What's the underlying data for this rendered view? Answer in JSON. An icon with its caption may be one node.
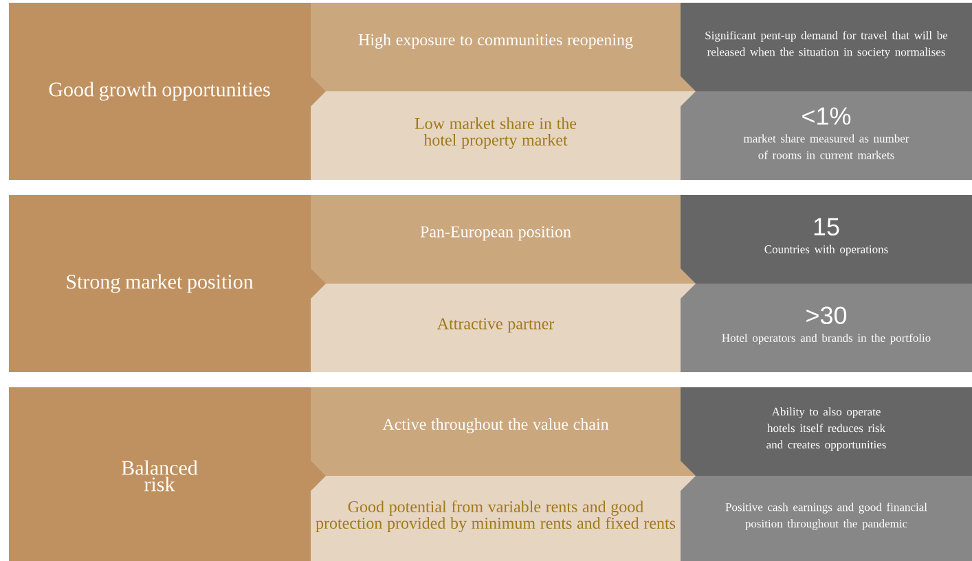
{
  "diagram": {
    "nodes": [
      {
        "text": [
          "Good growth opportunities"
        ]
      },
      {
        "text": [
          "High exposure to communities reopening"
        ]
      },
      {
        "text": [
          "Low market share in the hotel property market"
        ]
      },
      {
        "text": [
          "Significant pent-up demand for travel that will be released when the situation in society normalises"
        ]
      },
      {
        "text": [
          "<1%",
          "market share measured as number of rooms in current markets"
        ]
      },
      {
        "text": [
          "Strong market position"
        ]
      },
      {
        "text": [
          "Pan-European position"
        ]
      },
      {
        "text": [
          "Attractive partner"
        ]
      },
      {
        "text": [
          "15",
          "Countries with operations"
        ]
      },
      {
        "text": [
          ">30",
          "Hotel operators and brands in the portfolio"
        ]
      },
      {
        "text": [
          "Balanced risk"
        ]
      },
      {
        "text": [
          "Active throughout the value chain"
        ]
      },
      {
        "text": [
          "Good potential from variable rents and good protection provided by minimum rents and fixed rents"
        ]
      },
      {
        "text": [
          "Ability to also operate hotels itself reduces risk and creates opportunities"
        ]
      },
      {
        "text": [
          "Positive cash earnings and good financial position throughout the pandemic"
        ]
      }
    ]
  }
}
